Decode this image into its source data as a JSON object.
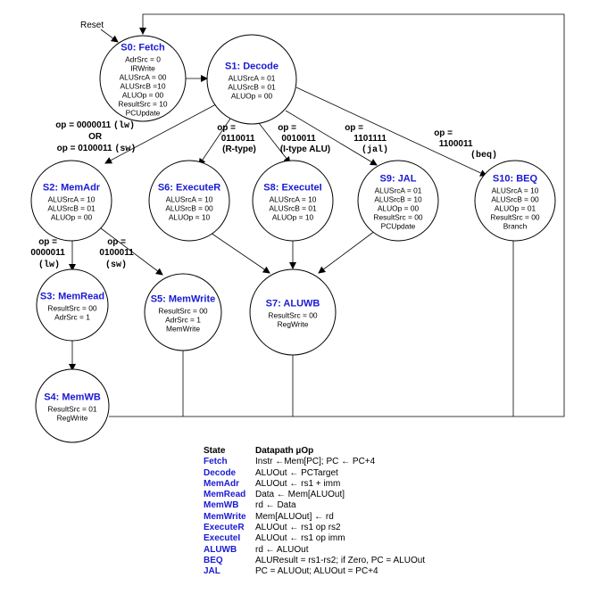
{
  "reset_label": "Reset",
  "states": [
    {
      "id": "s0",
      "title": "S0: Fetch",
      "lines": [
        "AdrSrc = 0",
        "IRWrite",
        "ALUSrcA = 00",
        "ALUSrcB =10",
        "ALUOp = 00",
        "ResultSrc = 10",
        "PCUpdate"
      ]
    },
    {
      "id": "s1",
      "title": "S1: Decode",
      "lines": [
        "ALUSrcA = 01",
        "ALUSrcB = 01",
        "ALUOp = 00"
      ]
    },
    {
      "id": "s2",
      "title": "S2: MemAdr",
      "lines": [
        "ALUSrcA = 10",
        "ALUSrcB = 01",
        "ALUOp = 00"
      ]
    },
    {
      "id": "s6",
      "title": "S6: ExecuteR",
      "lines": [
        "ALUSrcA = 10",
        "ALUSrcB = 00",
        "ALUOp = 10"
      ]
    },
    {
      "id": "s8",
      "title": "S8: ExecuteI",
      "lines": [
        "ALUSrcA = 10",
        "ALUSrcB = 01",
        "ALUOp = 10"
      ]
    },
    {
      "id": "s9",
      "title": "S9: JAL",
      "lines": [
        "ALUSrcA = 01",
        "ALUSrcB = 10",
        "ALUOp = 00",
        "ResultSrc = 00",
        "PCUpdate"
      ]
    },
    {
      "id": "s10",
      "title": "S10: BEQ",
      "lines": [
        "ALUSrcA = 10",
        "ALUSrcB = 00",
        "ALUOp = 01",
        "ResultSrc = 00",
        "Branch"
      ]
    },
    {
      "id": "s3",
      "title": "S3: MemRead",
      "lines": [
        "ResultSrc = 00",
        "AdrSrc = 1"
      ]
    },
    {
      "id": "s5",
      "title": "S5: MemWrite",
      "lines": [
        "ResultSrc = 00",
        "AdrSrc = 1",
        "MemWrite"
      ]
    },
    {
      "id": "s7",
      "title": "S7: ALUWB",
      "lines": [
        "ResultSrc = 00",
        "RegWrite"
      ]
    },
    {
      "id": "s4",
      "title": "S4: MemWB",
      "lines": [
        "ResultSrc = 01",
        "RegWrite"
      ]
    }
  ],
  "conditions": {
    "c_mem": [
      [
        "op = 0000011 ",
        "(lw)",
        "OR",
        "op = 0100011 ",
        "(sw)"
      ]
    ],
    "c_r": [
      "op =",
      "0110011",
      "(R-type)"
    ],
    "c_i": [
      "op =",
      "0010011",
      "(I-type ALU)"
    ],
    "c_jal": [
      "op =",
      "1101111",
      "(jal)"
    ],
    "c_beq": [
      "op =",
      "1100011",
      "(beq)"
    ],
    "c_lw": [
      "op =",
      "0000011",
      "(lw)"
    ],
    "c_sw": [
      "op =",
      "0100011",
      "(sw)"
    ]
  },
  "legend": {
    "header": {
      "state": "State",
      "uop": "Datapath µOp"
    },
    "rows": [
      {
        "state": "Fetch",
        "uop": "Instr ←Mem[PC]; PC ← PC+4"
      },
      {
        "state": "Decode",
        "uop": "ALUOut ← PCTarget"
      },
      {
        "state": "MemAdr",
        "uop": "ALUOut ← rs1 + imm"
      },
      {
        "state": "MemRead",
        "uop": "Data ← Mem[ALUOut]"
      },
      {
        "state": "MemWB",
        "uop": "rd ← Data"
      },
      {
        "state": "MemWrite",
        "uop": "Mem[ALUOut] ← rd"
      },
      {
        "state": "ExecuteR",
        "uop": "ALUOut ← rs1 op rs2"
      },
      {
        "state": "ExecuteI",
        "uop": "ALUOut ← rs1 op imm"
      },
      {
        "state": "ALUWB",
        "uop": "rd ← ALUOut"
      },
      {
        "state": "BEQ",
        "uop": "ALUResult = rs1-rs2; if Zero, PC = ALUOut"
      },
      {
        "state": "JAL",
        "uop": "PC = ALUOut; ALUOut = PC+4"
      }
    ]
  }
}
